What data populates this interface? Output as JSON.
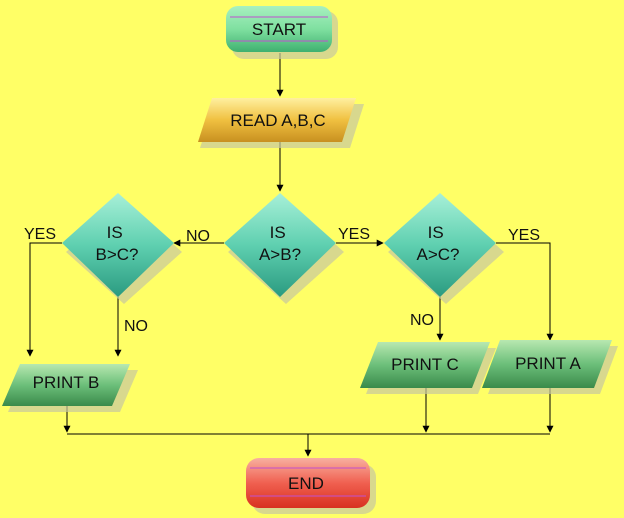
{
  "colors": {
    "background": "#ffff66",
    "start_fill": "#7fe0a0",
    "read_fill": "#f0c040",
    "decision_fill": "#5fd0b0",
    "print_fill": "#6cbf7a",
    "end_fill": "#f06050"
  },
  "nodes": {
    "start": "START",
    "read": "READ A,B,C",
    "is_a_gt_b": [
      "IS",
      "A>B?"
    ],
    "is_b_gt_c": [
      "IS",
      "B>C?"
    ],
    "is_a_gt_c": [
      "IS",
      "A>C?"
    ],
    "print_b": "PRINT B",
    "print_c": "PRINT C",
    "print_a": "PRINT A",
    "end": "END"
  },
  "edges": {
    "ab_no": "NO",
    "ab_yes": "YES",
    "bc_yes": "YES",
    "bc_no": "NO",
    "ac_no": "NO",
    "ac_yes": "YES"
  }
}
